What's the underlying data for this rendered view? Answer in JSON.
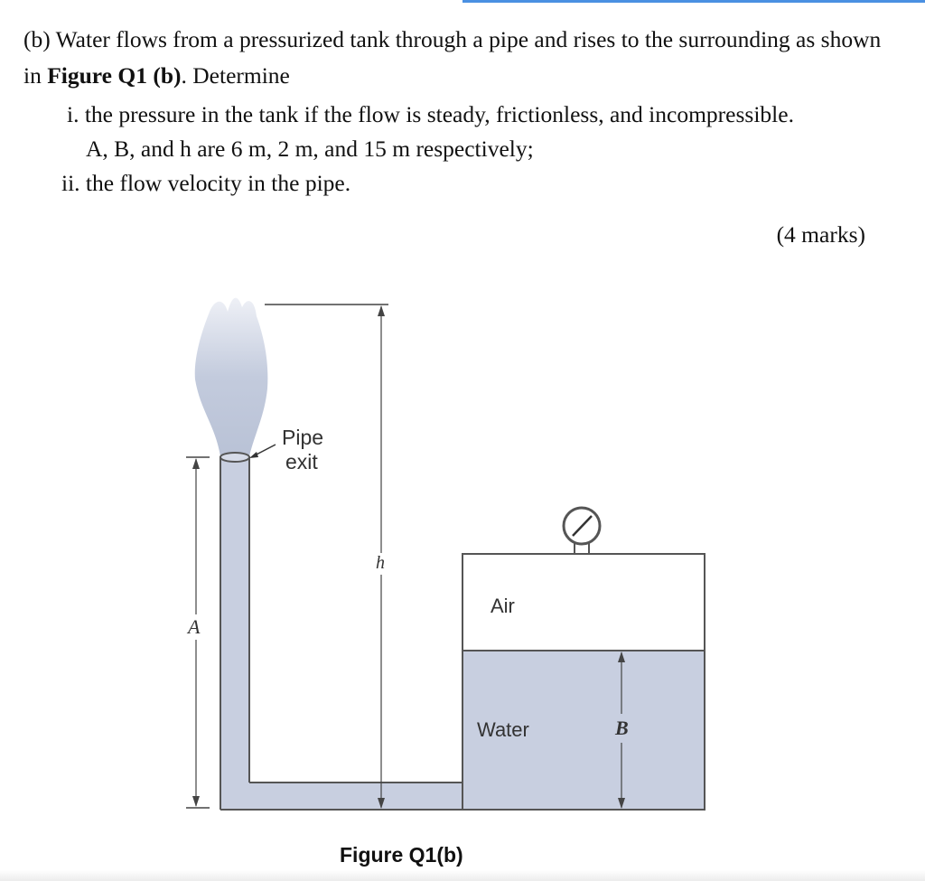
{
  "question": {
    "intro_prefix": "(b) Water flows from a pressurized tank through a pipe and rises to the surrounding as shown in ",
    "figure_ref": "Figure Q1 (b)",
    "intro_suffix": ". Determine",
    "item1_line1": "i. the pressure in the tank if the flow is steady, frictionless, and incompressible.",
    "item1_line2": "A, B, and h are 6 m, 2 m, and 15 m respectively;",
    "item2": "ii. the flow velocity in the pipe.",
    "marks": "(4 marks)"
  },
  "figure": {
    "label_pipe_exit_1": "Pipe",
    "label_pipe_exit_2": "exit",
    "label_h": "h",
    "label_a": "A",
    "label_b": "B",
    "label_air": "Air",
    "label_water": "Water",
    "caption": "Figure Q1(b)",
    "colors": {
      "water": "#c8cfe0",
      "jet": "#c3cbdd",
      "outline": "#555555",
      "dimension": "#444444"
    }
  }
}
